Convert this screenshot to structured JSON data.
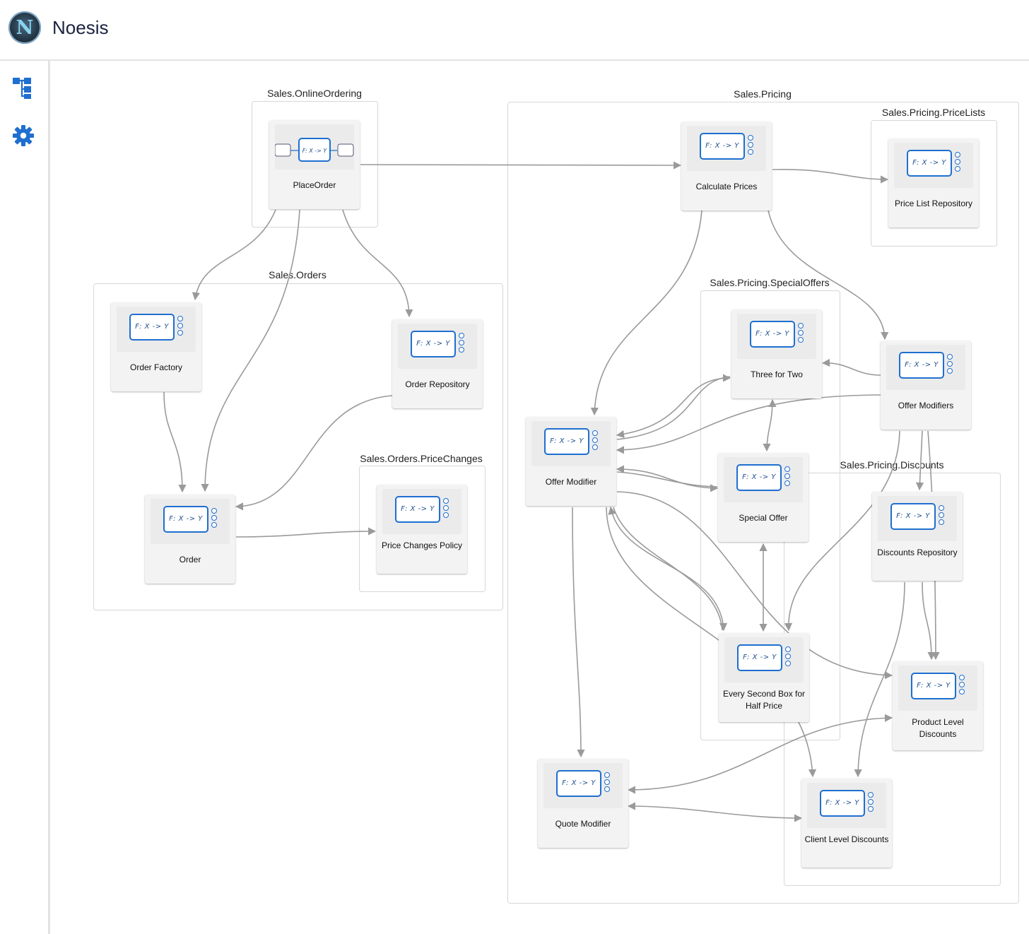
{
  "app": {
    "title": "Noesis",
    "logo_letter": "N"
  },
  "sidebar": {
    "items": [
      {
        "icon": "hierarchy-icon"
      },
      {
        "icon": "gear-icon"
      }
    ]
  },
  "node_icon_text": "F: X -> Y",
  "groups": {
    "online_ordering": "Sales.OnlineOrdering",
    "orders": "Sales.Orders",
    "price_changes": "Sales.Orders.PriceChanges",
    "pricing": "Sales.Pricing",
    "price_lists": "Sales.Pricing.PriceLists",
    "special_offers": "Sales.Pricing.SpecialOffers",
    "discounts": "Sales.Pricing.Discounts"
  },
  "nodes": {
    "place_order": "PlaceOrder",
    "order_factory": "Order Factory",
    "order_repository": "Order Repository",
    "order": "Order",
    "price_changes_policy": "Price Changes Policy",
    "calculate_prices": "Calculate Prices",
    "price_list_repository": "Price List Repository",
    "three_for_two": "Three for Two",
    "offer_modifiers": "Offer Modifiers",
    "offer_modifier": "Offer Modifier",
    "special_offer": "Special Offer",
    "discounts_repository": "Discounts Repository",
    "every_second_box": "Every Second Box for Half Price",
    "product_level_discounts": "Product Level Discounts",
    "quote_modifier": "Quote Modifier",
    "client_level_discounts": "Client Level Discounts"
  },
  "colors": {
    "accent": "#1f6fd0",
    "edge": "#9a9a9a",
    "group_border": "#d7d7d7",
    "node_bg": "#f3f3f3"
  }
}
